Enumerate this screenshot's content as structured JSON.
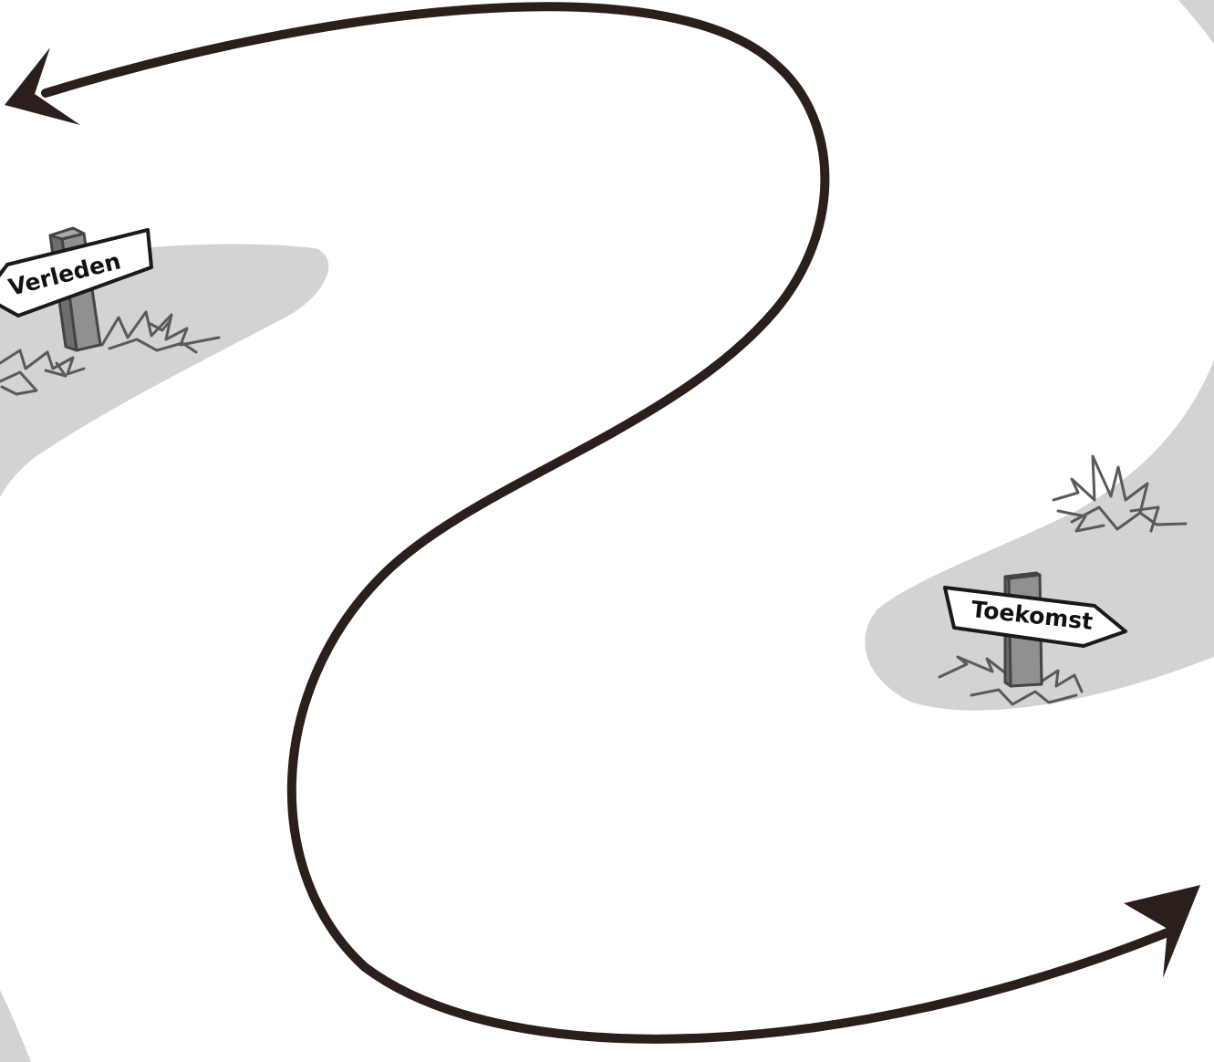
{
  "signs": {
    "past": {
      "label": "Verleden",
      "direction": "left"
    },
    "future": {
      "label": "Toekomst",
      "direction": "right"
    }
  },
  "colors": {
    "road": "#d3d3d1",
    "path": "#2a1f1a",
    "post": "#909090",
    "post_dark": "#555555",
    "grass": "#5a5a5a",
    "sign_fill": "#ffffff",
    "sign_stroke": "#1a1a1a"
  },
  "icons": {
    "start": "arrowhead-left-icon",
    "end": "arrowhead-right-icon"
  }
}
